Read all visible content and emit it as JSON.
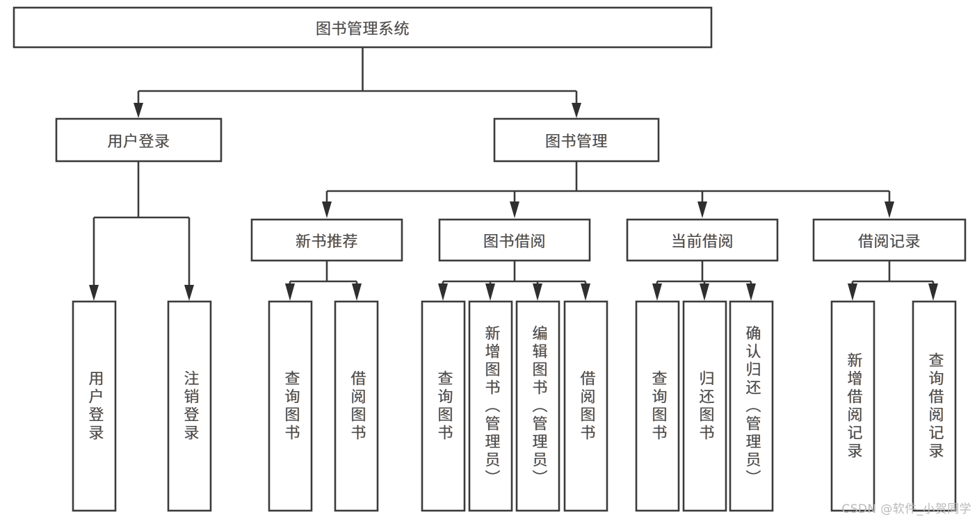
{
  "diagram": {
    "title": "图书管理系统",
    "type": "tree",
    "colors": {
      "background": "#ffffff",
      "box_fill": "#ffffff",
      "box_stroke": "#3b3b3b",
      "arrow": "#2f2f2f",
      "text": "#4a4a4a",
      "watermark": "#b9b9b9"
    },
    "nodes": {
      "root": {
        "label": "图书管理系统",
        "orientation": "horizontal"
      },
      "level2": [
        {
          "id": "user-login",
          "label": "用户登录",
          "orientation": "horizontal"
        },
        {
          "id": "book-manage",
          "label": "图书管理",
          "orientation": "horizontal"
        }
      ],
      "level3": [
        {
          "id": "new-book-recommend",
          "label": "新书推荐",
          "orientation": "horizontal"
        },
        {
          "id": "book-borrow",
          "label": "图书借阅",
          "orientation": "horizontal"
        },
        {
          "id": "current-borrow",
          "label": "当前借阅",
          "orientation": "horizontal"
        },
        {
          "id": "borrow-record",
          "label": "借阅记录",
          "orientation": "horizontal"
        }
      ],
      "leaves": [
        {
          "id": "leaf-user-login",
          "parent": "user-login",
          "label": "用户登录",
          "orientation": "vertical"
        },
        {
          "id": "leaf-logout",
          "parent": "user-login",
          "label": "注销登录",
          "orientation": "vertical"
        },
        {
          "id": "leaf-query-book-1",
          "parent": "new-book-recommend",
          "label": "查询图书",
          "orientation": "vertical"
        },
        {
          "id": "leaf-borrow-book-1",
          "parent": "new-book-recommend",
          "label": "借阅图书",
          "orientation": "vertical"
        },
        {
          "id": "leaf-query-book-2",
          "parent": "book-borrow",
          "label": "查询图书",
          "orientation": "vertical"
        },
        {
          "id": "leaf-add-book",
          "parent": "book-borrow",
          "label": "新增图书（管理员）",
          "orientation": "vertical"
        },
        {
          "id": "leaf-edit-book",
          "parent": "book-borrow",
          "label": "编辑图书（管理员）",
          "orientation": "vertical"
        },
        {
          "id": "leaf-borrow-book-2",
          "parent": "book-borrow",
          "label": "借阅图书",
          "orientation": "vertical"
        },
        {
          "id": "leaf-query-book-3",
          "parent": "current-borrow",
          "label": "查询图书",
          "orientation": "vertical"
        },
        {
          "id": "leaf-return-book",
          "parent": "current-borrow",
          "label": "归还图书",
          "orientation": "vertical"
        },
        {
          "id": "leaf-confirm-return",
          "parent": "current-borrow",
          "label": "确认归还（管理员）",
          "orientation": "vertical"
        },
        {
          "id": "leaf-add-record",
          "parent": "borrow-record",
          "label": "新增借阅记录",
          "orientation": "vertical"
        },
        {
          "id": "leaf-query-record",
          "parent": "borrow-record",
          "label": "查询借阅记录",
          "orientation": "vertical"
        }
      ]
    },
    "watermark": "CSDN @软件_小贺同学"
  }
}
